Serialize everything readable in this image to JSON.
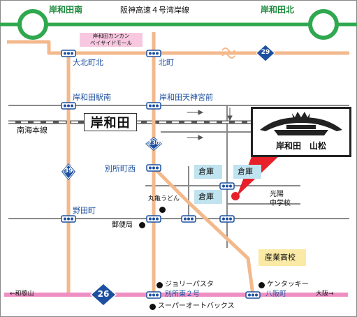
{
  "map_title": "",
  "expressway": {
    "name": "阪神高速４号湾岸線",
    "ic_left": "岸和田南",
    "ic_right": "岸和田北"
  },
  "routes": {
    "route29": "29",
    "route39": "39",
    "route230": "230",
    "route26": "26"
  },
  "intersections": {
    "ookitamachi_kita": "大北町北",
    "kitamachi": "北町",
    "kishiwada_eki_minami": "岸和田駅南",
    "tenjingu_mae": "岸和田天神宮前",
    "bessho_nishi": "別所町西",
    "nodacho": "野田町"
  },
  "station": {
    "name": "岸和田",
    "line": "南海本線"
  },
  "shop": {
    "logo_alt": "山松 logo",
    "label": "岸和田　山松"
  },
  "places": {
    "mall": "岸和田カンカン\nベイサイドモール",
    "souko": "倉庫",
    "koyo": "光陽\n中学校",
    "sangyo": "産業高校",
    "marugame": "丸亀うどん",
    "yubin": "郵便局",
    "jolly": "ジョリーパスタ",
    "kfc": "ケンタッキー",
    "autobacs": "スーパーオートバックス"
  },
  "route26_road": {
    "left_dir": "←和歌山",
    "right_dir": "大阪→",
    "bessho_higashi": "別所東２号",
    "yasaka": "八阪町"
  },
  "colors": {
    "expressway": "#1c8a3c",
    "route": "#f3b98c",
    "route26": "#ee8fc4",
    "marker": "#e8202a",
    "label_blue": "#1e50a0",
    "building": "#bfe3ef",
    "school": "#fbeaa6"
  }
}
